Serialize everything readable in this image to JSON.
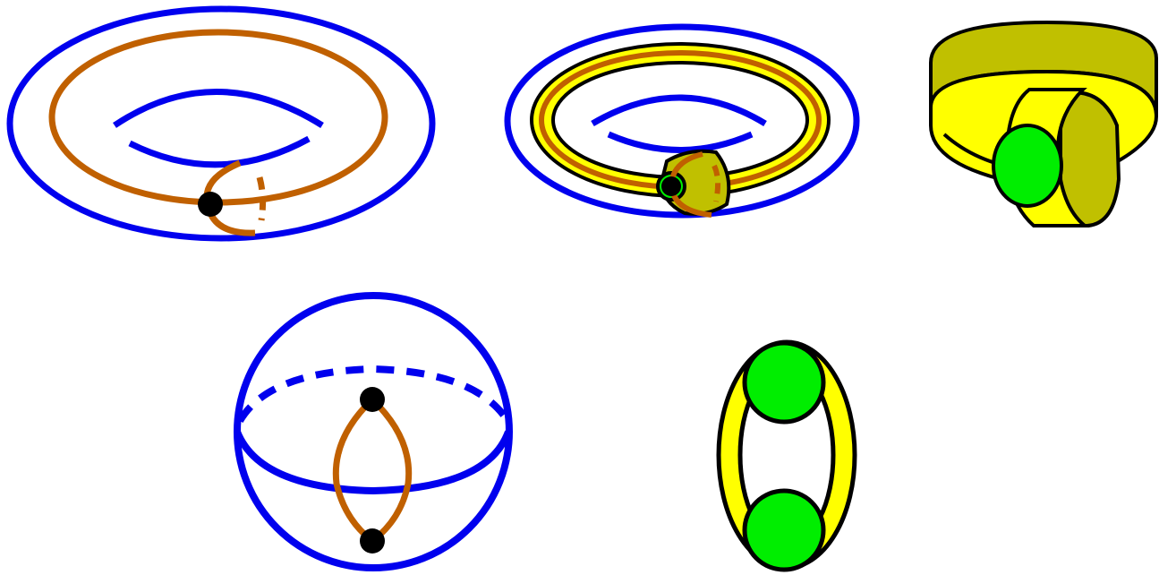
{
  "colors": {
    "surface_blue": "#0000ee",
    "curve_orange": "#c06000",
    "ribbon_yellow": "#ffff00",
    "ribbon_dark_yellow": "#c0c000",
    "disk_green": "#00ee00",
    "vertex_black": "#000000",
    "background": "#ffffff"
  },
  "figures": [
    {
      "name": "torus-with-curves",
      "description_icon": "torus-icon"
    },
    {
      "name": "torus-with-ribbon-graph",
      "description_icon": "ribbon-torus-icon"
    },
    {
      "name": "ribbon-graph-one-vertex",
      "description_icon": "ribbon-graph-icon"
    },
    {
      "name": "sphere-with-curves",
      "description_icon": "sphere-icon"
    },
    {
      "name": "ribbon-graph-two-vertices",
      "description_icon": "ribbon-graph-icon"
    }
  ]
}
